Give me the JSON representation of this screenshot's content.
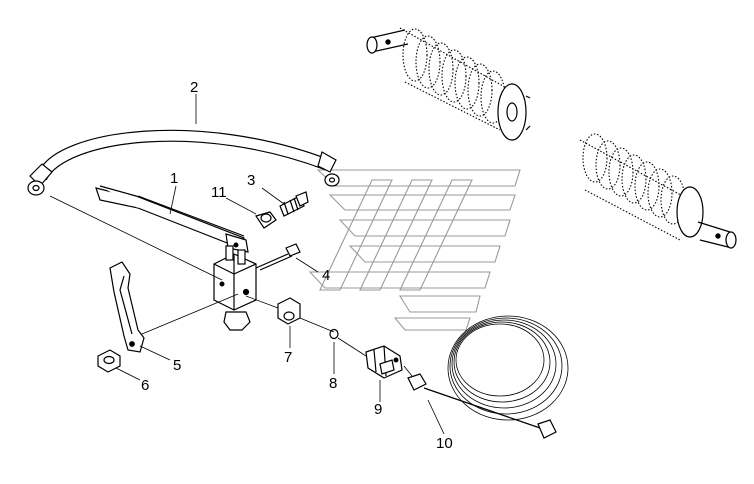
{
  "diagram": {
    "callouts": [
      {
        "id": "callout-1",
        "label": "1"
      },
      {
        "id": "callout-2",
        "label": "2"
      },
      {
        "id": "callout-3",
        "label": "3"
      },
      {
        "id": "callout-4",
        "label": "4"
      },
      {
        "id": "callout-5",
        "label": "5"
      },
      {
        "id": "callout-6",
        "label": "6"
      },
      {
        "id": "callout-7",
        "label": "7"
      },
      {
        "id": "callout-8",
        "label": "8"
      },
      {
        "id": "callout-9",
        "label": "9"
      },
      {
        "id": "callout-10",
        "label": "10"
      },
      {
        "id": "callout-11",
        "label": "11"
      }
    ],
    "colors": {
      "ink": "#000000",
      "background": "#ffffff",
      "watermark": "#9a9a9a"
    }
  }
}
